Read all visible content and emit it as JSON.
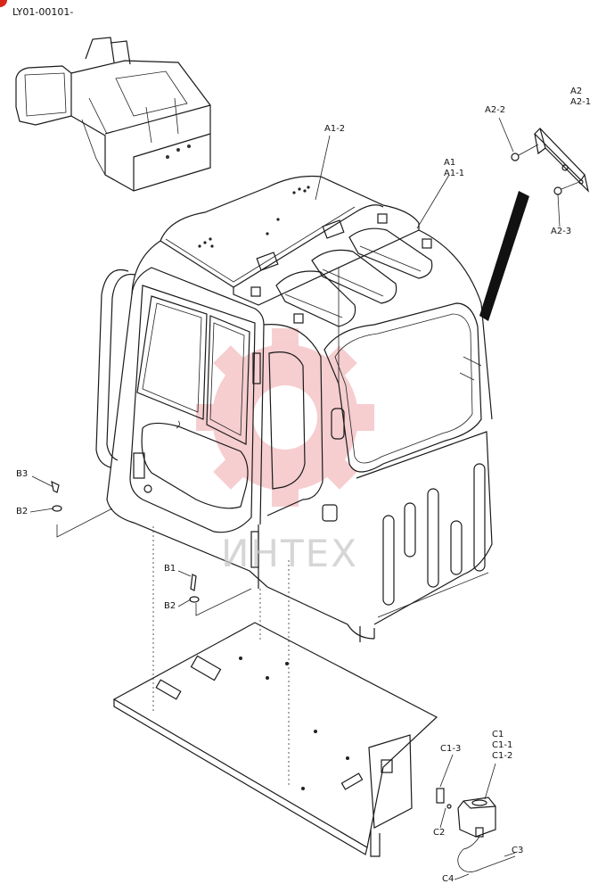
{
  "page_code": "LY01-00101-",
  "watermark_text": "ИНТЕХ",
  "labels": {
    "a1_2": "A1-2",
    "a1": "A1",
    "a1_1": "A1-1",
    "a2": "A2",
    "a2_1": "A2-1",
    "a2_2": "A2-2",
    "a2_3": "A2-3",
    "b3": "B3",
    "b2_left": "B2",
    "b1": "B1",
    "b2_lower": "B2",
    "c1_3": "C1-3",
    "c1": "C1",
    "c1_1": "C1-1",
    "c1_2": "C1-2",
    "c2": "C2",
    "c3": "C3",
    "c4": "C4"
  },
  "colors": {
    "badge": "#d9261c",
    "watermark": "#e8757a",
    "line": "#1a1a1a"
  }
}
